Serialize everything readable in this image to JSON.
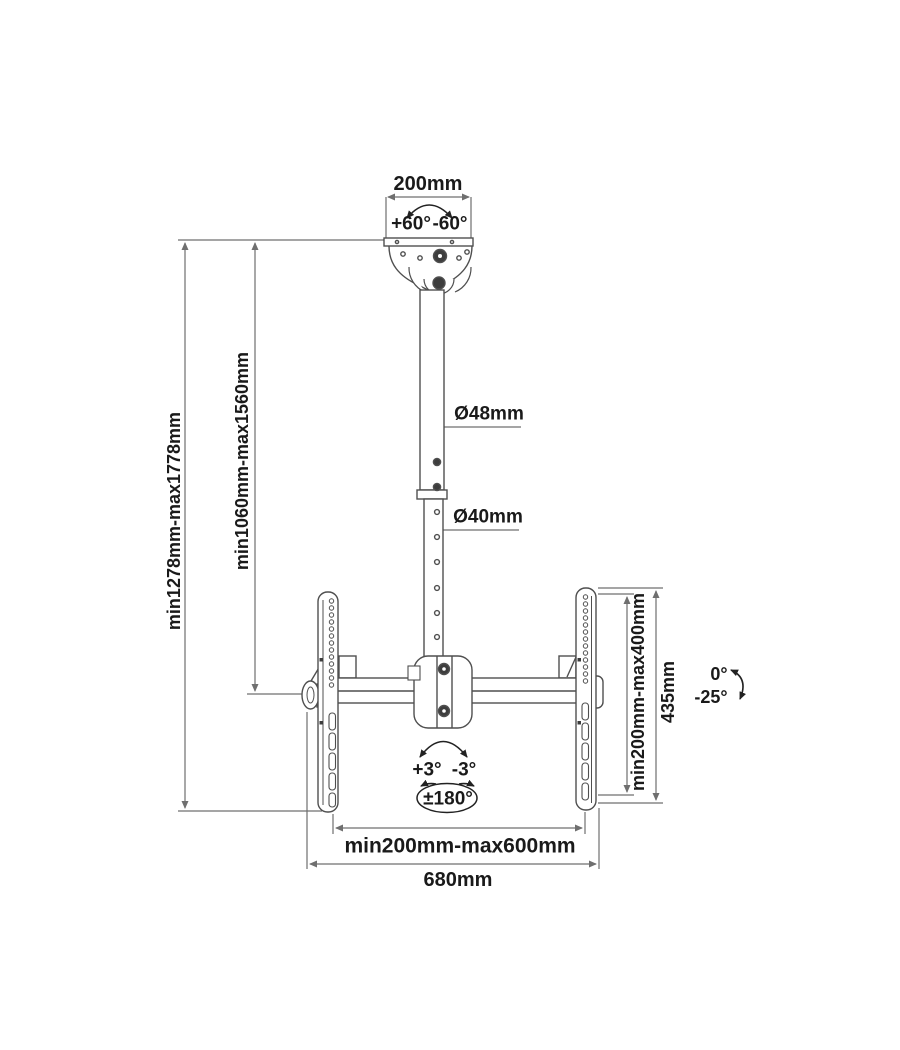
{
  "diagram": {
    "name": "tv-ceiling-mount-dimension-drawing",
    "colors": {
      "background": "#ffffff",
      "part_line": "#4f4f4f",
      "dimension_line": "#6f6f6f",
      "text": "#1a1a1a",
      "bolt_fill": "#3d3d3d"
    },
    "labels": {
      "ceiling_plate_width": "200mm",
      "swivel_plus": "+60°",
      "swivel_minus": "-60°",
      "upper_pole_diameter": "Ø48mm",
      "lower_pole_diameter": "Ø40mm",
      "overall_height_range": "min1278mm-max1778mm",
      "pole_height_range": "min1060mm-max1560mm",
      "vesa_height_range": "min200mm-max400mm",
      "bracket_height": "435mm",
      "tilt_upper": "0°",
      "tilt_lower": "-25°",
      "level_plus": "+3°",
      "level_minus": "-3°",
      "rotation_range": "±180°",
      "vesa_width_range": "min200mm-max600mm",
      "crossbar_width": "680mm"
    }
  }
}
